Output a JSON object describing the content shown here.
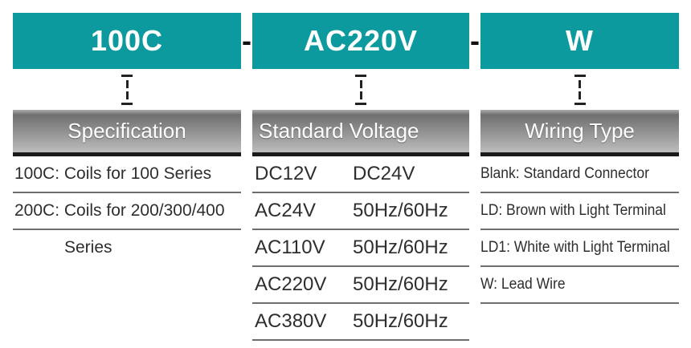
{
  "product_code": {
    "separator": "-",
    "segments": [
      "100C",
      "AC220V",
      "W"
    ]
  },
  "columns": [
    {
      "header": "Specification",
      "rows": [
        "100C: Coils for 100 Series",
        "200C: Coils for 200/300/400",
        "Series"
      ]
    },
    {
      "header": "Standard Voltage",
      "rows": [
        {
          "value": "DC12V",
          "detail": "DC24V"
        },
        {
          "value": "AC24V",
          "detail": "50Hz/60Hz"
        },
        {
          "value": "AC110V",
          "detail": "50Hz/60Hz"
        },
        {
          "value": "AC220V",
          "detail": "50Hz/60Hz"
        },
        {
          "value": "AC380V",
          "detail": "50Hz/60Hz"
        }
      ]
    },
    {
      "header": "Wiring Type",
      "rows": [
        "Blank: Standard Connector",
        "LD: Brown with Light Terminal",
        "LD1: White with Light Terminal",
        "W: Lead Wire"
      ]
    }
  ],
  "colors": {
    "accent_teal": "#0d9a9f",
    "header_gray_top": "#6f6f6f",
    "header_gray_bottom": "#bdbdbd",
    "underline_black": "#1a1a1a",
    "row_line_gray": "#6e6e6e",
    "text_dark": "#2e2e2e"
  }
}
